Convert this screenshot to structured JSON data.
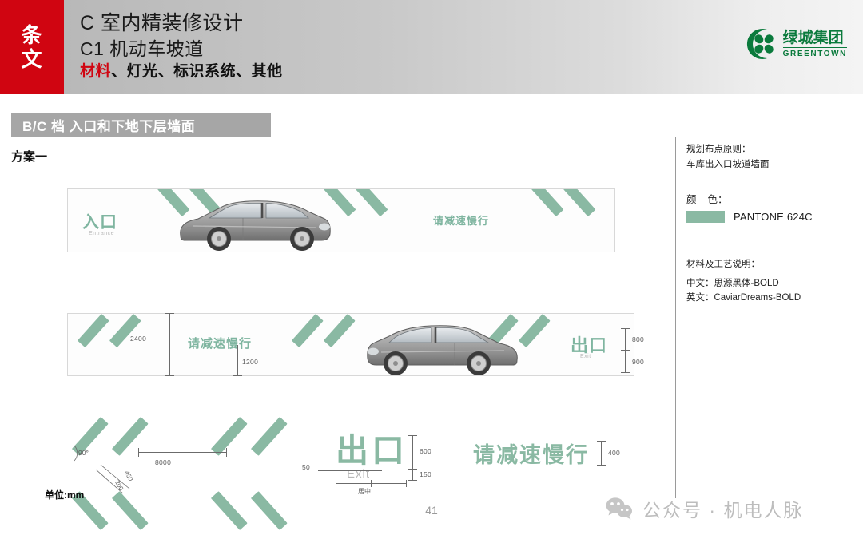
{
  "header": {
    "tag_chars": [
      "条",
      "文"
    ],
    "line1": "C 室内精装修设计",
    "line2": "C1 机动车坡道",
    "line3_red": "材料",
    "line3_rest": "、灯光、标识系统、其他",
    "logo_cn": "绿城集团",
    "logo_en": "GREENTOWN"
  },
  "section": {
    "bar_title": "B/C 档 入口和下地下层墙面",
    "scheme": "方案一"
  },
  "right_panel": {
    "principle_title": "规划布点原则：",
    "principle_body": "车库出入口坡道墙面",
    "color_label": "颜　色：",
    "color_key": "颜",
    "color_value_key": "色：",
    "swatch_hex": "#8ab9a3",
    "pantone": "PANTONE 624C",
    "material_title": "材料及工艺说明：",
    "material_cn": "中文：思源黑体-BOLD",
    "material_en": "英文：CaviarDreams-BOLD"
  },
  "panel1": {
    "entrance_cn": "入口",
    "entrance_en": "Entrance",
    "slow_text": "请减速慢行"
  },
  "panel2": {
    "slow_text": "请减速慢行",
    "exit_cn": "出口",
    "exit_en": "Exit",
    "dim_2400": "2400",
    "dim_1200": "1200",
    "dim_800": "800",
    "dim_900": "900"
  },
  "bottom": {
    "angle": "90°",
    "dim_8000": "8000",
    "dim_450": "450",
    "dim_200": "200",
    "unit": "单位:mm",
    "exit_cn": "出口",
    "exit_en": "Exit",
    "dim_50": "50",
    "dim_600": "600",
    "dim_150": "150",
    "center_note": "居中",
    "slow_text": "请减速慢行",
    "dim_400": "400"
  },
  "footer": {
    "page_number": "41",
    "watermark": "公众号 · 机电人脉"
  }
}
